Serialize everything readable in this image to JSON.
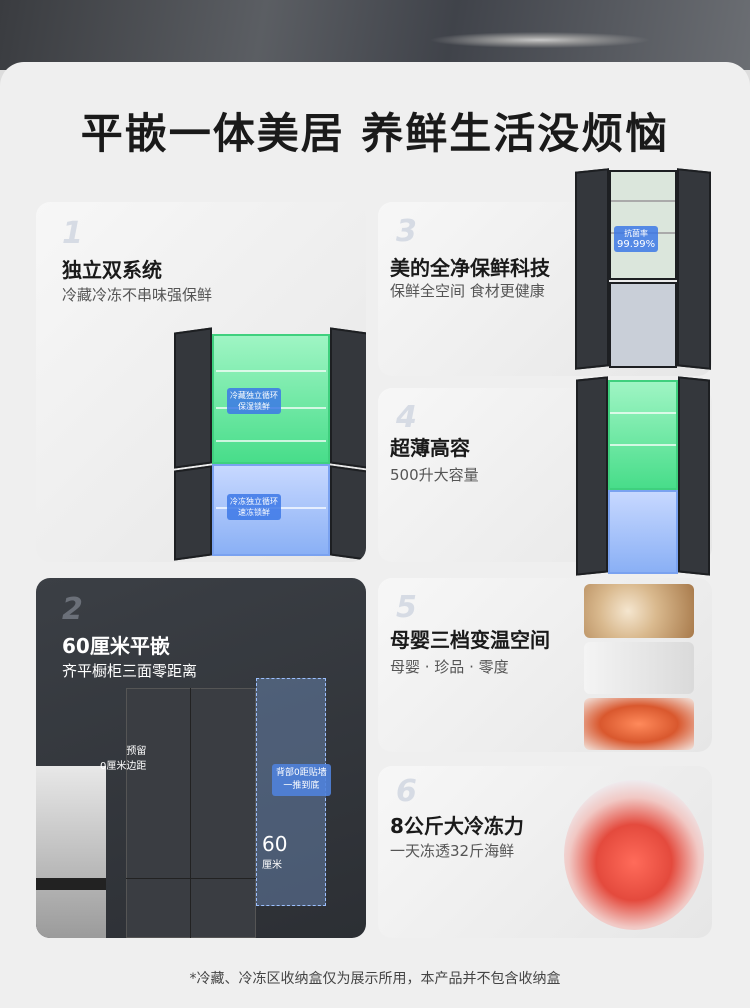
{
  "headline": "平嵌一体美居  养鲜生活没烦恼",
  "features": [
    {
      "num": "1",
      "title": "独立双系统",
      "sub": "冷藏冷冻不串味强保鲜",
      "tags": [
        "冷藏独立循环",
        "保湿锁鲜",
        "冷冻独立循环",
        "速冻锁鲜"
      ]
    },
    {
      "num": "2",
      "title": "60厘米平嵌",
      "sub": "齐平橱柜三面零距离",
      "tags": [
        "预留",
        "0厘米边距",
        "背部0距贴墙",
        "一推到底",
        "60",
        "厘米"
      ]
    },
    {
      "num": "3",
      "title": "美的全净保鲜科技",
      "sub": "保鲜全空间  食材更健康",
      "tags": [
        "抗菌率",
        "99.99%"
      ]
    },
    {
      "num": "4",
      "title": "超薄高容",
      "sub": "500升大容量"
    },
    {
      "num": "5",
      "title": "母婴三档变温空间",
      "sub": "母婴  ·  珍品  ·  零度"
    },
    {
      "num": "6",
      "title": "8公斤大冷冻力",
      "sub": "一天冻透32斤海鲜"
    }
  ],
  "footnote": "*冷藏、冷冻区收纳盒仅为展示所用，本产品并不包含收纳盒",
  "colors": {
    "accent_green": "#48dd8a",
    "accent_blue": "#7aa2f0",
    "dark_card": "#2c2f34"
  }
}
